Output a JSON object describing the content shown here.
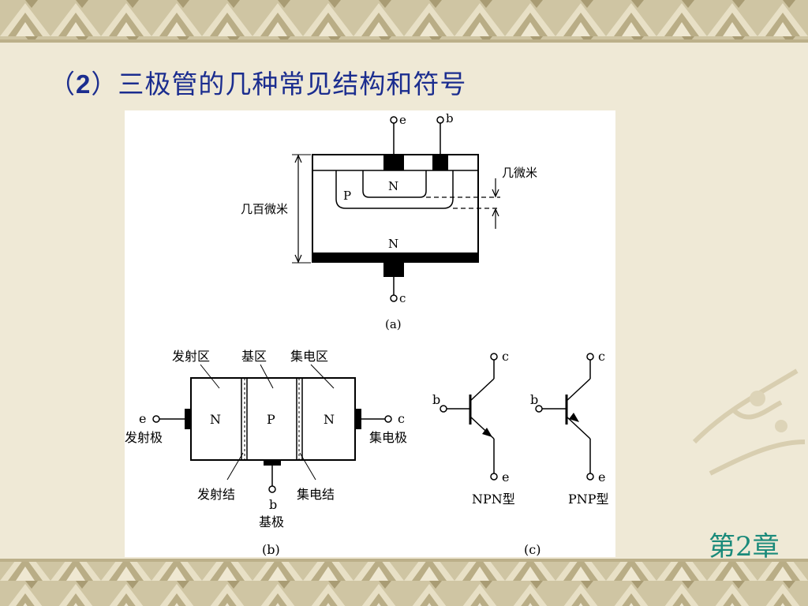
{
  "slide": {
    "title_prefix": "（",
    "title_number": "2",
    "title_text": "）三极管的几种常见结构和符号",
    "chapter": "第2章"
  },
  "diagram_a": {
    "terminal_e": "e",
    "terminal_b": "b",
    "terminal_c": "c",
    "region_n_top": "N",
    "region_p": "P",
    "region_n_bottom": "N",
    "label_width": "几百微米",
    "label_thin": "几微米",
    "caption": "(a)"
  },
  "diagram_b": {
    "label_emitter_region": "发射区",
    "label_base_region": "基区",
    "label_collector_region": "集电区",
    "region_n_left": "N",
    "region_p": "P",
    "region_n_right": "N",
    "terminal_e": "e",
    "terminal_c": "c",
    "terminal_b": "b",
    "label_emitter": "发射极",
    "label_collector": "集电极",
    "label_emitter_junction": "发射结",
    "label_collector_junction": "集电结",
    "label_base": "基极",
    "caption": "(b)"
  },
  "diagram_c": {
    "npn_c": "c",
    "npn_b": "b",
    "npn_e": "e",
    "npn_label": "NPN型",
    "pnp_c": "c",
    "pnp_b": "b",
    "pnp_e": "e",
    "pnp_label": "PNP型",
    "caption": "(c)"
  }
}
